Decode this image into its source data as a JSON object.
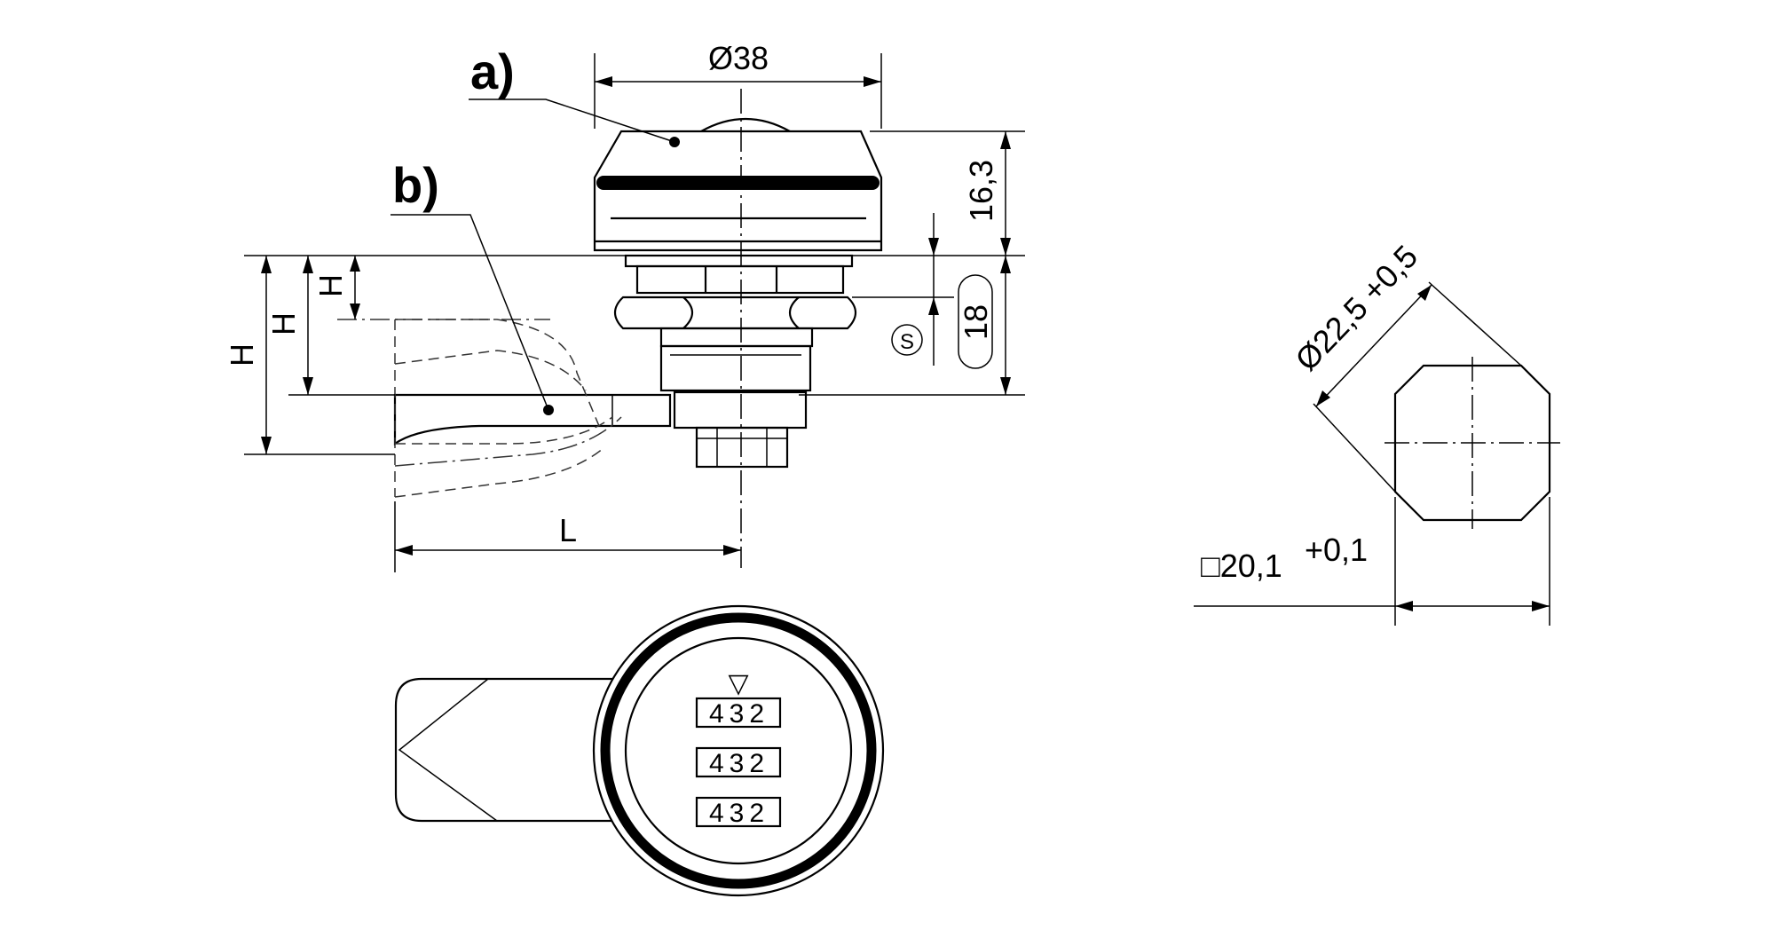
{
  "drawing": {
    "callouts": {
      "a": "a)",
      "b": "b)"
    },
    "dimensions": {
      "diameter_cap": "Ø38",
      "height_cap": "16,3",
      "body_height": "18",
      "nut_symbol": "S",
      "lever_length": "L",
      "height_labels": [
        "H",
        "H",
        "H"
      ],
      "cutout_diameter": "Ø22,5 +0,5",
      "cutout_square": "□20,1",
      "cutout_square_tol": "+0,1"
    },
    "dial": {
      "arrow": "▽",
      "wheels": [
        "432",
        "432",
        "432"
      ]
    }
  }
}
